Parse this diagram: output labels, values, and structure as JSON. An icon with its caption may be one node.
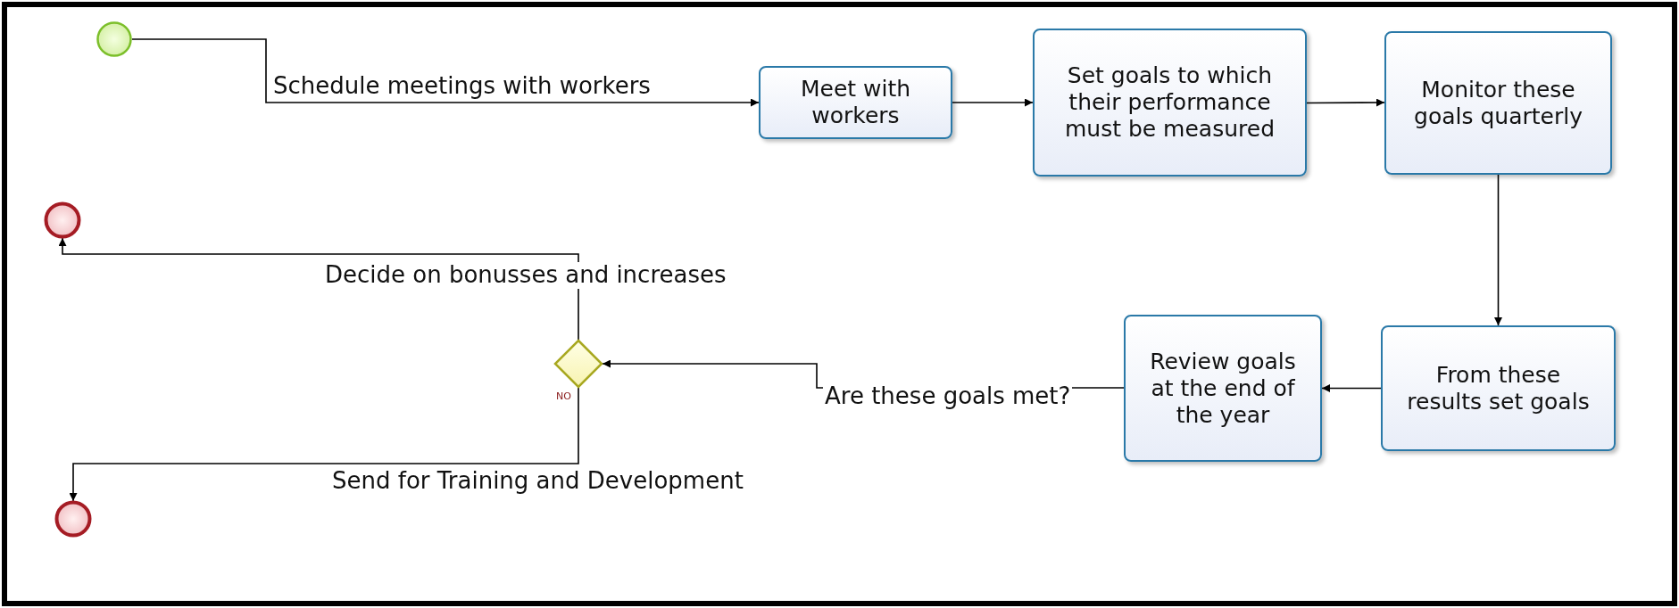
{
  "diagram": {
    "nodes": [
      {
        "text": [],
        "shape": "circle"
      },
      {
        "text": [
          "Meet with workers"
        ]
      },
      {
        "text": [
          "Set goals to which their performance must be measured"
        ]
      },
      {
        "text": [
          "Monitor these goals quarterly"
        ]
      },
      {
        "text": [
          "From these results set goals"
        ]
      },
      {
        "text": [
          "Review goals at the end of the year"
        ]
      },
      {
        "text": [],
        "shape": "diamond",
        "beside": [
          "NO"
        ]
      },
      {
        "text": [],
        "shape": "circle"
      },
      {
        "text": [],
        "shape": "circle"
      }
    ],
    "edges": [
      {
        "from": 0,
        "to": 1,
        "arrow": "to",
        "label": "Schedule meetings with workers"
      },
      {
        "from": 1,
        "to": 2,
        "arrow": "to"
      },
      {
        "from": 2,
        "to": 3,
        "arrow": "to"
      },
      {
        "from": 3,
        "to": 4,
        "arrow": "to"
      },
      {
        "from": 4,
        "to": 5,
        "arrow": "to"
      },
      {
        "from": 5,
        "to": 6,
        "arrow": "to",
        "label": "Are these goals met?"
      },
      {
        "from": 6,
        "to": 7,
        "arrow": "to",
        "label": "Decide on bonusses and increases"
      },
      {
        "from": 6,
        "to": 8,
        "arrow": "to",
        "label": "Send for Training and Development"
      }
    ]
  }
}
